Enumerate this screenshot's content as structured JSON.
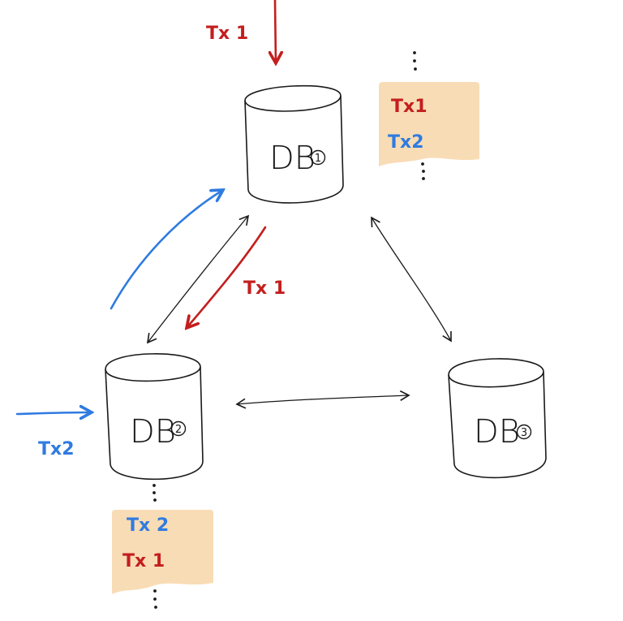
{
  "nodes": {
    "db1": {
      "label": "DB",
      "number": "1"
    },
    "db2": {
      "label": "DB",
      "number": "2"
    },
    "db3": {
      "label": "DB",
      "number": "3"
    }
  },
  "labels": {
    "tx1_top": "Tx 1",
    "tx1_mid": "Tx 1",
    "tx2_left": "Tx2"
  },
  "logs": {
    "db1": {
      "entries": [
        "Tx1",
        "Tx2"
      ]
    },
    "db2": {
      "entries": [
        "Tx 2",
        "Tx 1"
      ]
    }
  },
  "colors": {
    "tx1": "#c41e1e",
    "tx2": "#2f7be0",
    "log_bg": "#f8dcb5",
    "ink": "#1a1a1a"
  }
}
